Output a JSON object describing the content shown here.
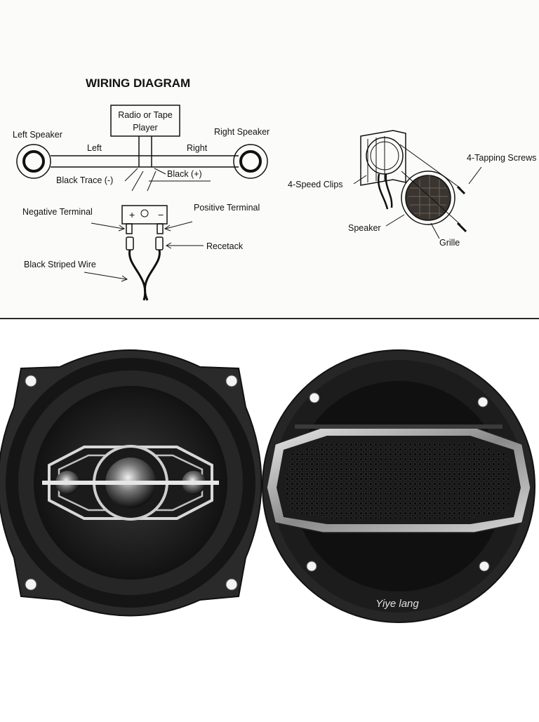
{
  "wiring": {
    "title": "WIRING DIAGRAM",
    "radio_line1": "Radio or Tape",
    "radio_line2": "Player",
    "left_speaker": "Left Speaker",
    "right_speaker": "Right Speaker",
    "left": "Left",
    "right": "Right",
    "black_trace": "Black  Trace (-)",
    "black_plus": "Black  (+)",
    "negative_terminal": "Negative  Terminal",
    "positive_terminal": "Positive  Terminal",
    "recetack": "Recetack",
    "black_striped_wire": "Black  Striped  Wire",
    "plus_sign": "+",
    "minus_sign": "−"
  },
  "install": {
    "four_tapping_screws": "4-Tapping Screws",
    "four_speed_clips": "4-Speed  Clips",
    "speaker": "Speaker",
    "grille": "Grille"
  },
  "product": {
    "brand_logo": "Yiye lang"
  }
}
